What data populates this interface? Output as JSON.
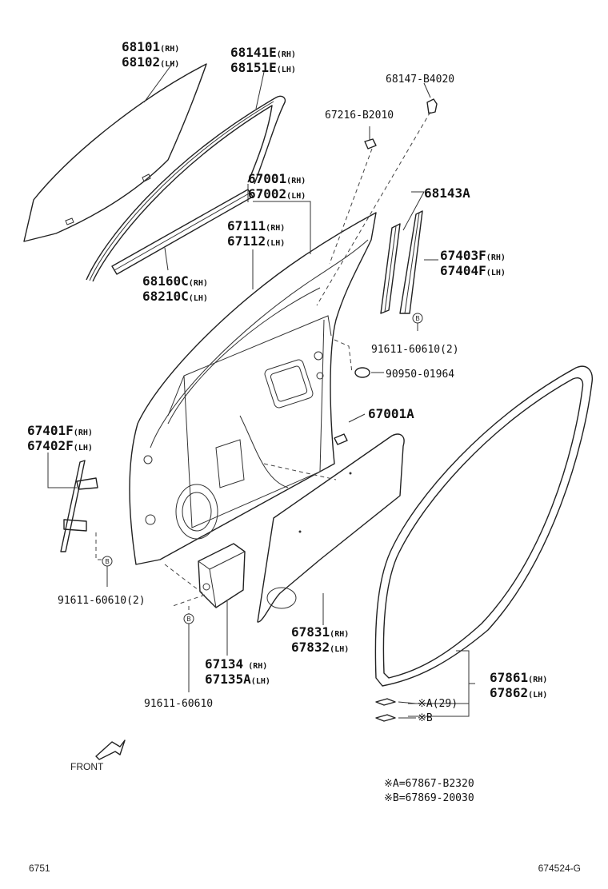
{
  "callouts": [
    {
      "id": "c1",
      "num": "68101",
      "suffix": "(RH)"
    },
    {
      "id": "c2",
      "num": "68102",
      "suffix": "(LH)"
    },
    {
      "id": "c3",
      "num": "68141E",
      "suffix": "(RH)"
    },
    {
      "id": "c4",
      "num": "68151E",
      "suffix": "(LH)"
    },
    {
      "id": "c5",
      "num": "68147-B4020",
      "suffix": ""
    },
    {
      "id": "c6",
      "num": "67216-B2010",
      "suffix": ""
    },
    {
      "id": "c7",
      "num": "67001",
      "suffix": "(RH)"
    },
    {
      "id": "c8",
      "num": "67002",
      "suffix": "(LH)"
    },
    {
      "id": "c9",
      "num": "68143A",
      "suffix": ""
    },
    {
      "id": "c10",
      "num": "67111",
      "suffix": "(RH)"
    },
    {
      "id": "c11",
      "num": "67112",
      "suffix": "(LH)"
    },
    {
      "id": "c12",
      "num": "67403F",
      "suffix": "(RH)"
    },
    {
      "id": "c13",
      "num": "67404F",
      "suffix": "(LH)"
    },
    {
      "id": "c14",
      "num": "68160C",
      "suffix": "(RH)"
    },
    {
      "id": "c15",
      "num": "68210C",
      "suffix": "(LH)"
    },
    {
      "id": "c16",
      "num": "91611-60610",
      "suffix": "(2)"
    },
    {
      "id": "c17",
      "num": "90950-01964",
      "suffix": ""
    },
    {
      "id": "c18",
      "num": "67001A",
      "suffix": ""
    },
    {
      "id": "c19",
      "num": "67401F",
      "suffix": "(RH)"
    },
    {
      "id": "c20",
      "num": "67402F",
      "suffix": "(LH)"
    },
    {
      "id": "c21",
      "num": "91611-60610",
      "suffix": "(2)"
    },
    {
      "id": "c22",
      "num": "67831",
      "suffix": "(RH)"
    },
    {
      "id": "c23",
      "num": "67832",
      "suffix": "(LH)"
    },
    {
      "id": "c24",
      "num": "67861",
      "suffix": "(RH)"
    },
    {
      "id": "c25",
      "num": "67862",
      "suffix": "(LH)"
    },
    {
      "id": "c26",
      "num": "67134",
      "suffix": " (RH)"
    },
    {
      "id": "c27",
      "num": "67135A",
      "suffix": "(LH)"
    },
    {
      "id": "c28",
      "num": "91611-60610",
      "suffix": ""
    }
  ],
  "clips": {
    "a_label": "※A(29)",
    "b_label": "※B"
  },
  "bolt_marker": "B",
  "front_label": "FRONT",
  "notes": [
    "※A=67867-B2320",
    "※B=67869-20030"
  ],
  "footer": {
    "left": "6751",
    "right": "674524-G"
  }
}
